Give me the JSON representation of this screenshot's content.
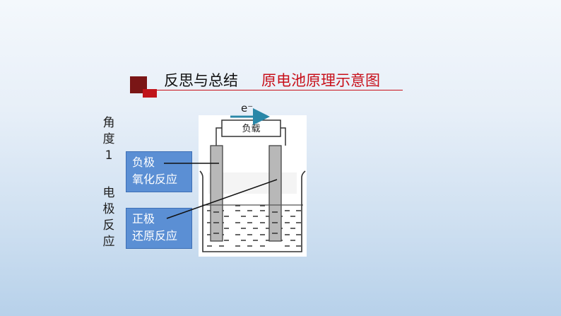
{
  "header": {
    "title": "反思与总结",
    "subtitle": "原电池原理示意图"
  },
  "side_label": {
    "top": [
      "角",
      "度",
      "1"
    ],
    "bottom": [
      "电",
      "极",
      "反",
      "应"
    ]
  },
  "boxes": {
    "negative": {
      "line1": "负极",
      "line2": "氧化反应"
    },
    "positive": {
      "line1": "正极",
      "line2": "还原反应"
    }
  },
  "cell": {
    "load_label": "负载",
    "electron_label": "e⁻"
  },
  "colors": {
    "accent_dark": "#7a1616",
    "accent_red": "#c8101a",
    "box_blue": "#5b8fd4",
    "arrow_teal": "#2a87a8"
  }
}
